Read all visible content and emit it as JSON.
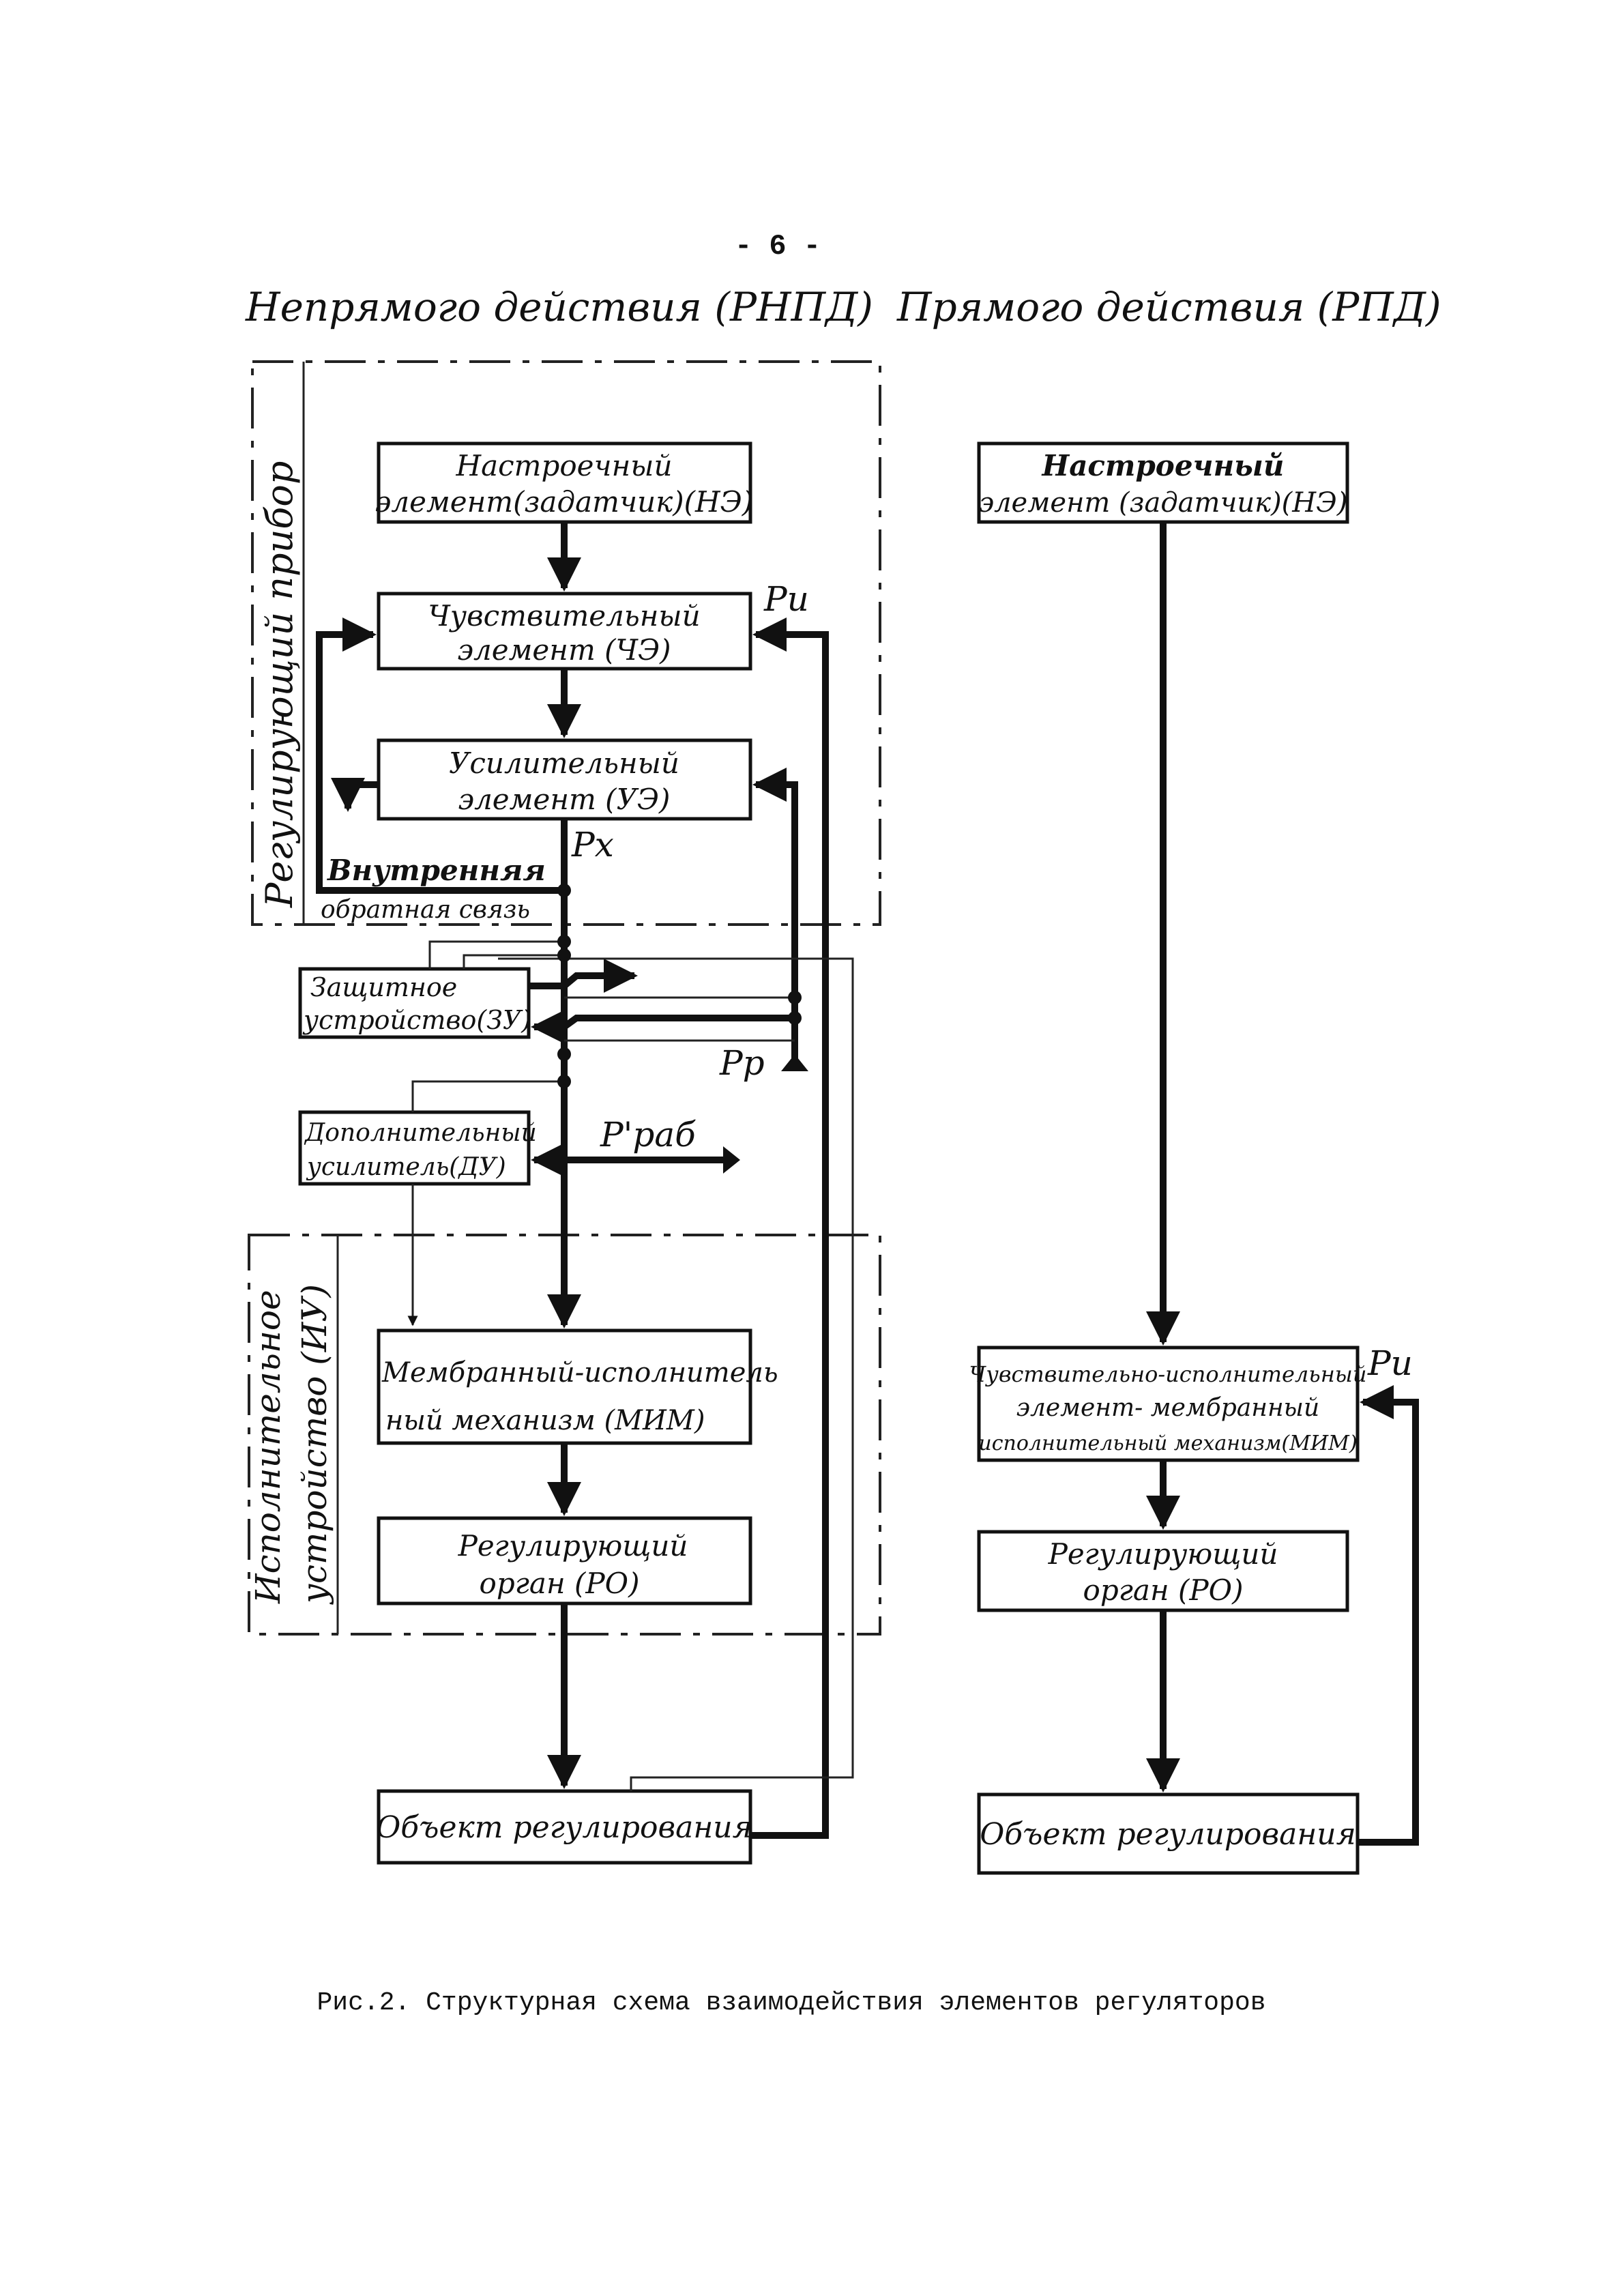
{
  "page": {
    "number": "- 6 -",
    "caption": "Рис.2. Структурная схема взаимодействия элементов регуляторов"
  },
  "left": {
    "title": "Непрямого действия (РНПД)",
    "group_regulating": "Регулирующий прибор",
    "group_executive_line1": "Исполнительное",
    "group_executive_line2": "устройство (ИУ)",
    "ne_line1": "Настроечный",
    "ne_line2": "элемент(задатчик)(НЭ)",
    "che_line1": "Чувствительный",
    "che_line2": "элемент (ЧЭ)",
    "ue_line1": "Усилительный",
    "ue_line2": "элемент (УЭ)",
    "feedback_line1": "Внутренняя",
    "feedback_line2": "обратная связь",
    "zu_line1": "Защитное",
    "zu_line2": "устройство(ЗУ)",
    "du_line1": "Дополнительный",
    "du_line2": "усилитель(ДУ)",
    "mim_line1": "Мембранный-исполнитель",
    "mim_line2": "ный механизм (МИМ)",
    "ro_line1": "Регулирующий",
    "ro_line2": "орган (РО)",
    "object": "Объект регулирования",
    "label_pi": "Pи",
    "label_px": "Px",
    "label_pp": "Pр",
    "label_prab": "P'раб"
  },
  "right": {
    "title": "Прямого действия (РПД)",
    "ne_line1": "Настроечный",
    "ne_line2": "элемент (задатчик)(НЭ)",
    "che_line1": "Чувствительно-исполнительный",
    "che_line2": "элемент- мембранный",
    "che_line3": "исполнительный механизм(МИМ)",
    "ro_line1": "Регулирующий",
    "ro_line2": "орган (РО)",
    "object": "Объект регулирования",
    "label_pi": "Pи"
  }
}
